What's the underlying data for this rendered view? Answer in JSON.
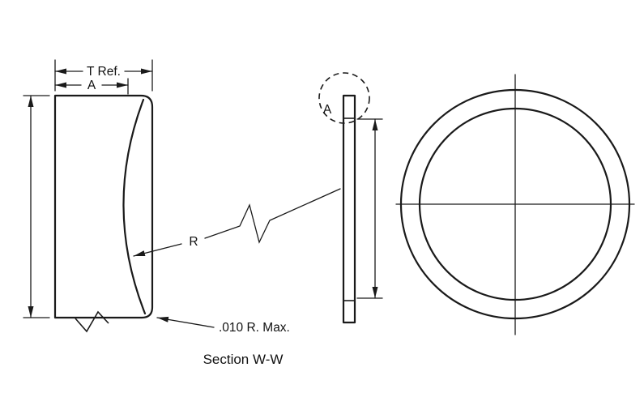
{
  "diagram": {
    "caption": "Section W-W",
    "labels": {
      "thickness_ref": "T Ref.",
      "dim_a": "A",
      "radius": "R",
      "corner_note": ".010 R. Max.",
      "detail_a": "A"
    },
    "colors": {
      "line": "#1a1a1a",
      "background": "#ffffff"
    }
  }
}
